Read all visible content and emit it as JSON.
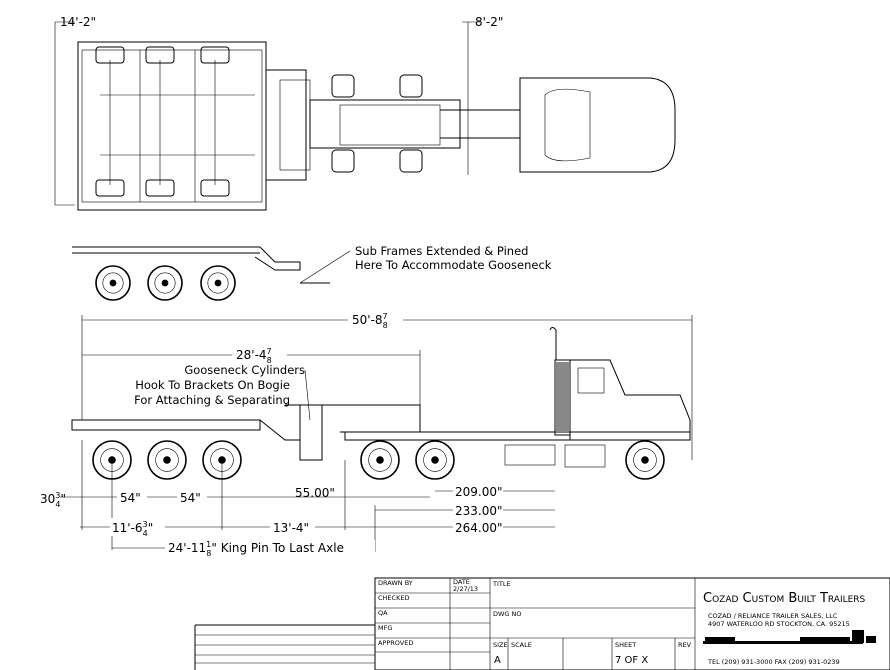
{
  "plan_view": {
    "overall_width": "14'-2\"",
    "tractor_width": "8'-2\""
  },
  "subframe_view": {
    "note_line1": "Sub Frames Extended & Pined",
    "note_line2": "Here To Accommodate Gooseneck"
  },
  "side_view": {
    "overall_length": "50'-8",
    "overall_length_frac_num": "7",
    "overall_length_frac_den": "8",
    "deck_length": "28'-4",
    "deck_length_frac_num": "7",
    "deck_length_frac_den": "8",
    "note_line1": "Gooseneck Cylinders",
    "note_line2": "Hook To Brackets On Bogie",
    "note_line3": "For Attaching & Separating"
  },
  "dimensions": {
    "rear_overhang": "30",
    "rear_overhang_num": "3",
    "rear_overhang_den": "4",
    "axle_spacing_1": "54\"",
    "axle_spacing_2": "54\"",
    "dim_55": "55.00\"",
    "dim_209": "209.00\"",
    "dim_233": "233.00\"",
    "dim_264": "264.00\"",
    "bogie_length": "11'-6",
    "bogie_num": "3",
    "bogie_den": "4",
    "dim_13_4": "13'-4\"",
    "kingpin": "24'-11",
    "kingpin_num": "1",
    "kingpin_den": "8",
    "kingpin_label": "\" King Pin To Last Axle"
  },
  "title_block": {
    "drawn_by": "DRAWN BY",
    "date_label": "DATE",
    "date_value": "2/27/13",
    "checked": "CHECKED",
    "qa": "QA",
    "mfg": "MFG",
    "approved": "APPROVED",
    "title": "TITLE",
    "dwg_no": "DWG NO",
    "size_label": "SIZE",
    "size_value": "A",
    "scale_label": "SCALE",
    "sheet_label": "SHEET",
    "sheet_value": "7 OF X",
    "rev_label": "REV",
    "company": "Cozad Custom Built Trailers",
    "company_line1": "COZAD / RELIANCE TRAILER SALES, LLC",
    "company_line2": "4907 WATERLOO RD STOCKTON, CA. 95215",
    "phone": "TEL (209) 931-3000  FAX (209) 931-0239"
  }
}
